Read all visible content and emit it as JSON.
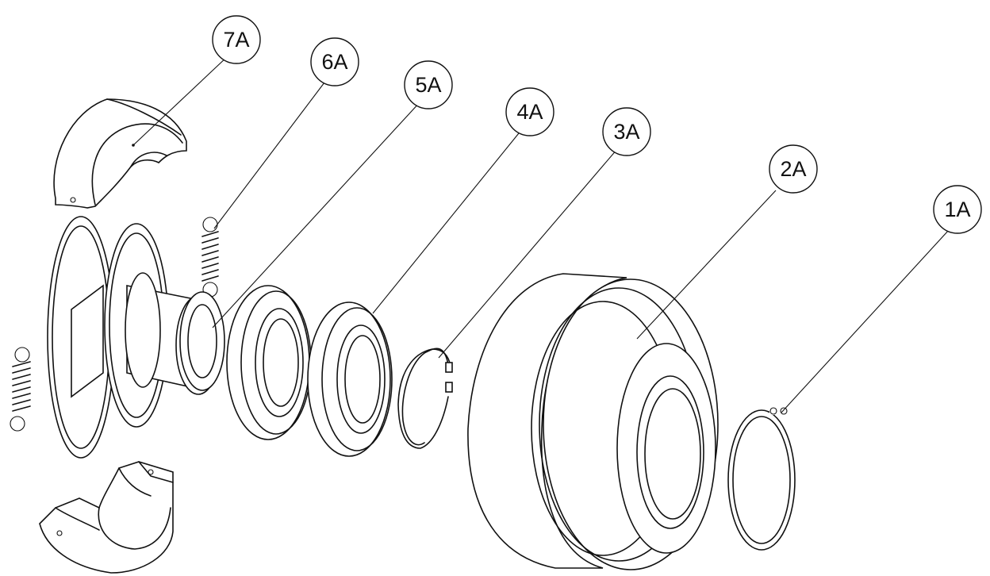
{
  "callouts": [
    {
      "id": "1A",
      "label": "1A"
    },
    {
      "id": "2A",
      "label": "2A"
    },
    {
      "id": "3A",
      "label": "3A"
    },
    {
      "id": "4A",
      "label": "4A"
    },
    {
      "id": "5A",
      "label": "5A"
    },
    {
      "id": "6A",
      "label": "6A"
    },
    {
      "id": "7A",
      "label": "7A"
    }
  ]
}
